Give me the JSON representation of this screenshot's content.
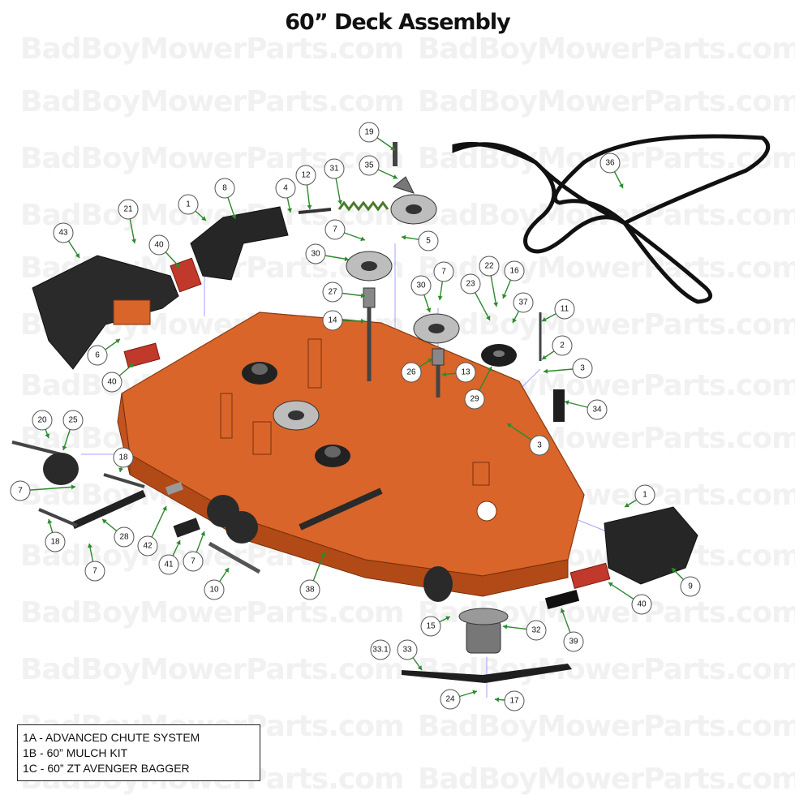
{
  "title": "60” Deck Assembly",
  "watermark": "BadBoyMowerParts.com",
  "kits": [
    "1A - ADVANCED CHUTE SYSTEM",
    "1B - 60” MULCH KIT",
    "1C - 60” ZT AVENGER BAGGER"
  ],
  "callouts": [
    "19",
    "36",
    "35",
    "12",
    "31",
    "4",
    "8",
    "1",
    "21",
    "43",
    "40",
    "7",
    "5",
    "30",
    "22",
    "16",
    "23",
    "37",
    "27",
    "14",
    "11",
    "6",
    "2",
    "3",
    "26",
    "13",
    "29",
    "34",
    "3",
    "40",
    "20",
    "25",
    "18",
    "7",
    "28",
    "18",
    "42",
    "7",
    "41",
    "7",
    "10",
    "38",
    "1",
    "9",
    "40",
    "15",
    "32",
    "33.1",
    "33",
    "39",
    "24",
    "17",
    "30",
    "7"
  ],
  "colors": {
    "deck": "#d9652a",
    "deck_dark": "#b24a17",
    "parts_dark": "#1e1e1e",
    "leader": "#2c8a2c"
  }
}
